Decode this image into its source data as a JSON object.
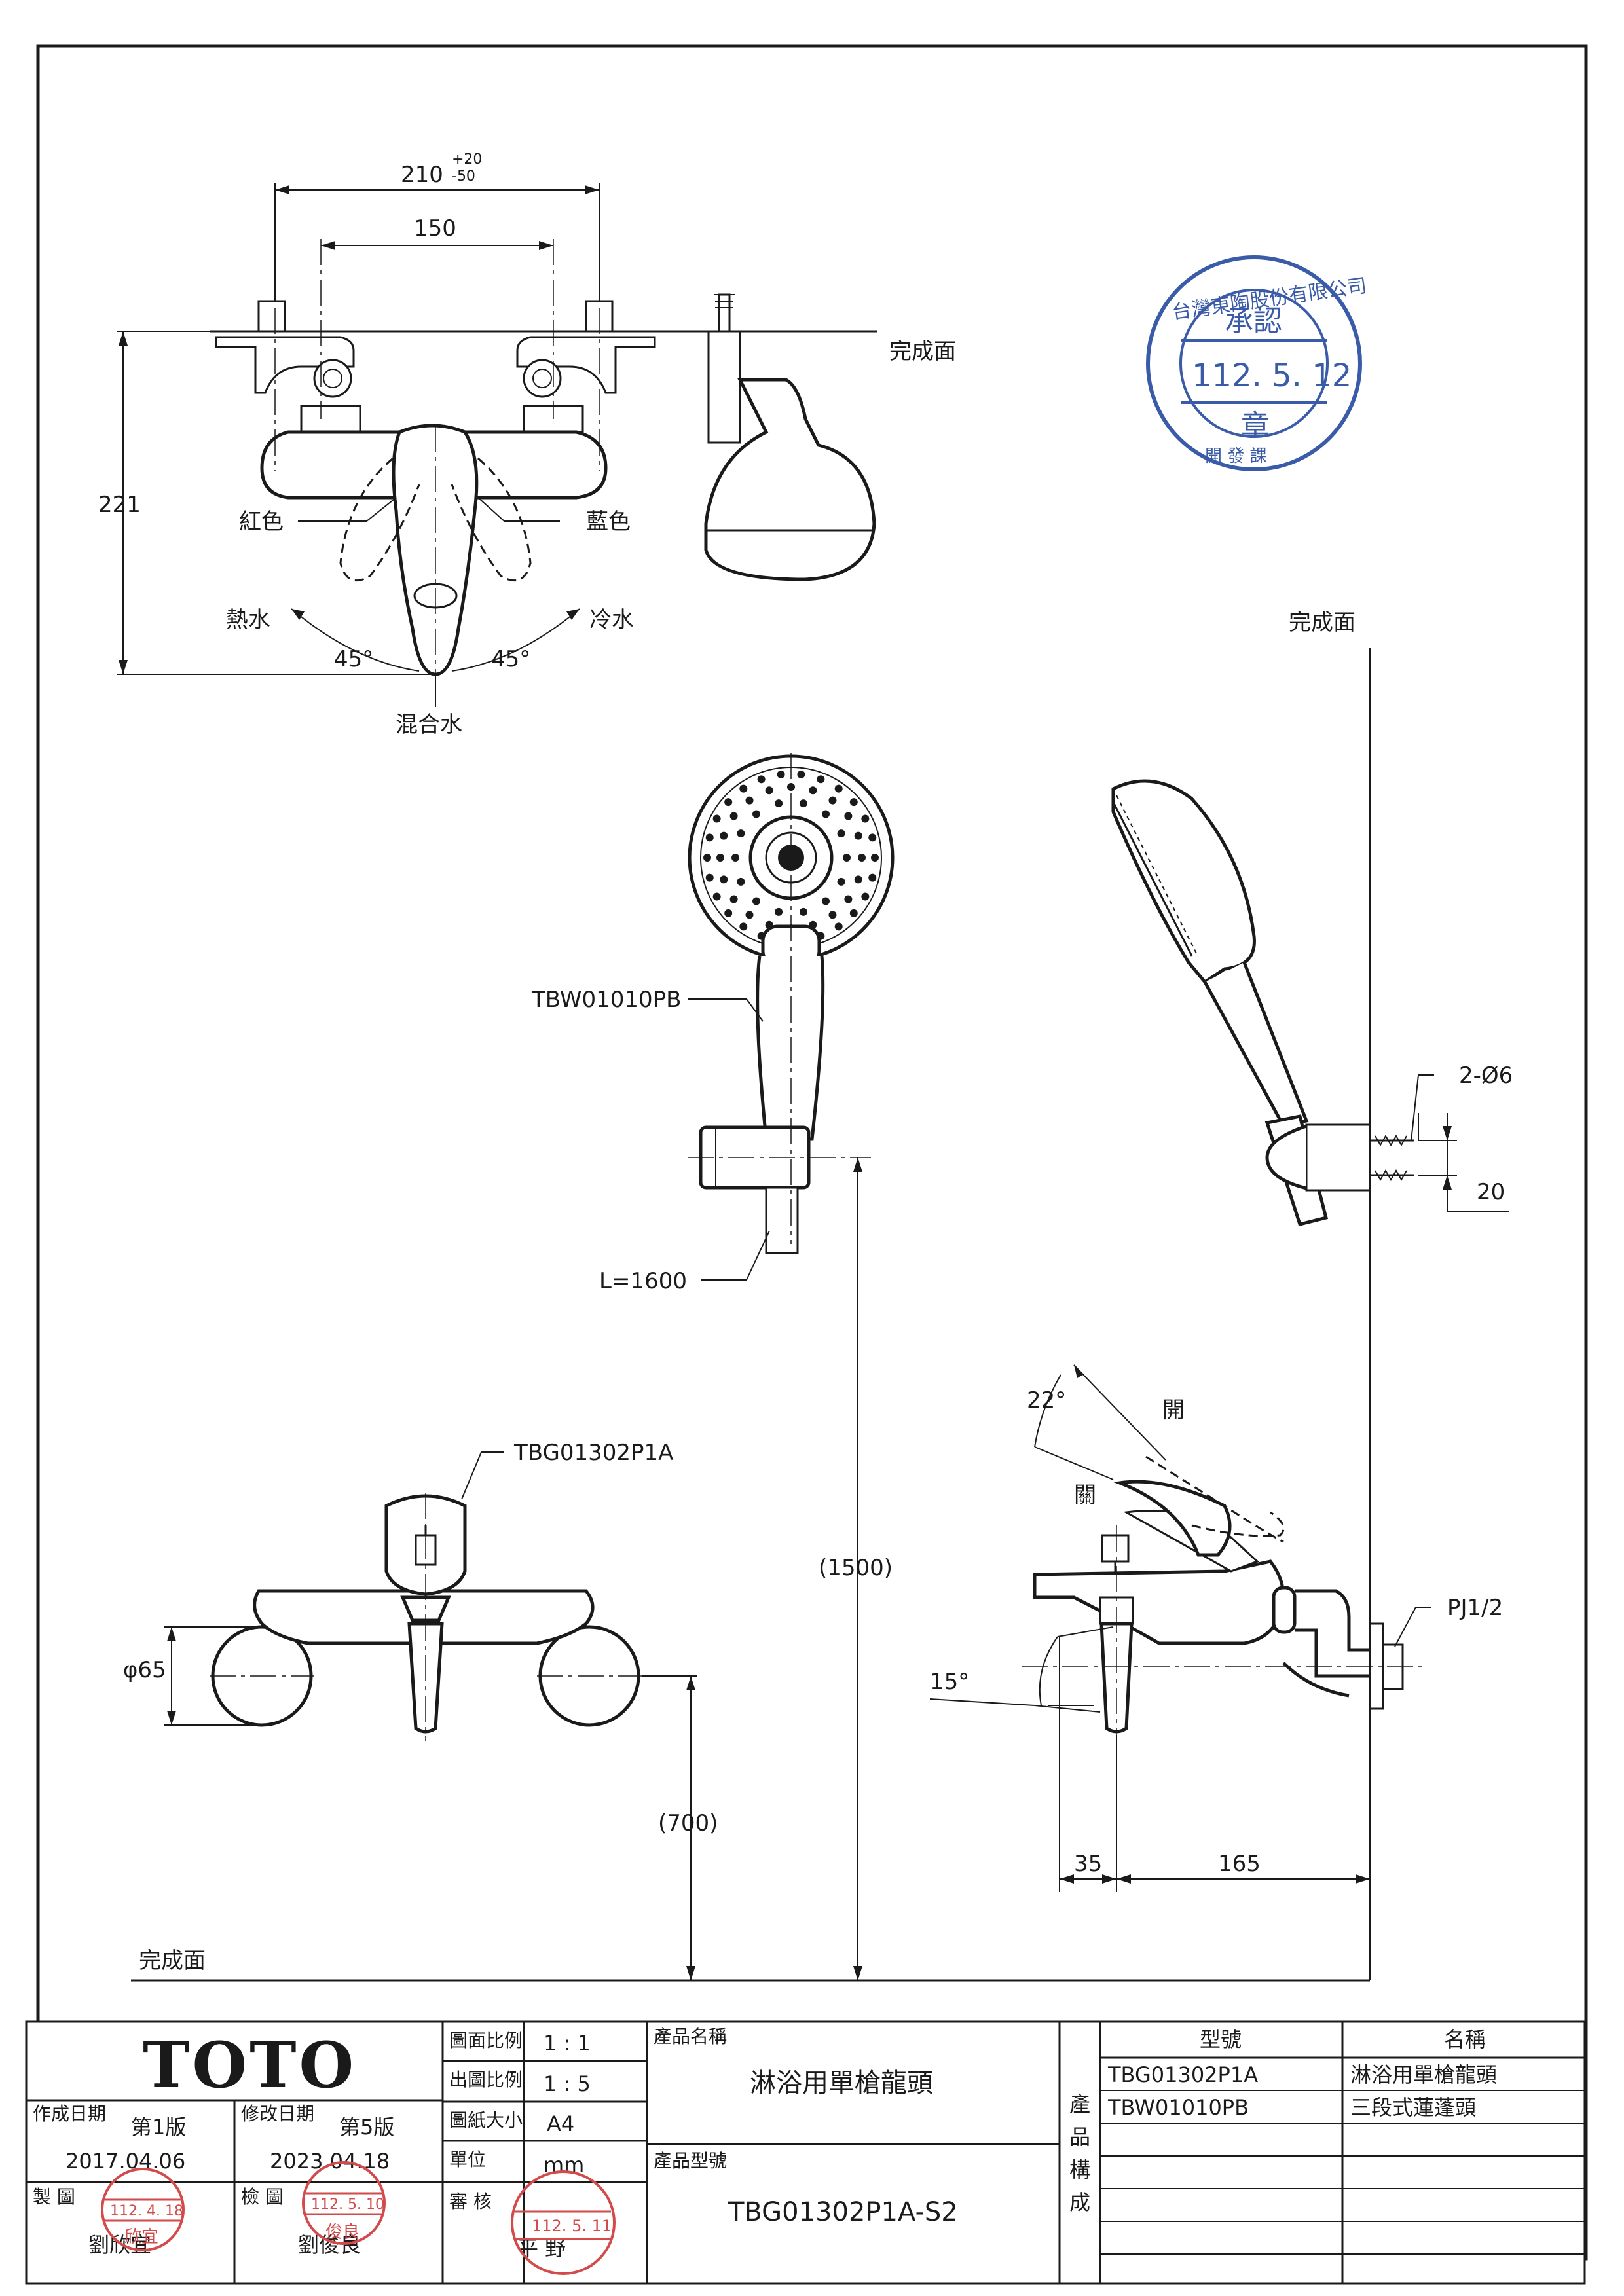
{
  "drawing": {
    "dim_top_width": "210",
    "dim_top_tol_plus": "+20",
    "dim_top_tol_minus": "-50",
    "dim_center_150": "150",
    "dim_height_221": "221",
    "label_finish_surface": "完成面",
    "label_red": "紅色",
    "label_blue": "藍色",
    "label_hot": "熱水",
    "label_cold": "冷水",
    "label_mixed": "混合水",
    "angle_left": "45°",
    "angle_right": "45°",
    "part_showerhead": "TBW01010PB",
    "hose_length": "L=1600",
    "part_faucet": "TBG01302P1A",
    "dim_1500": "(1500)",
    "dim_700": "(700)",
    "dim_phi65": "φ65",
    "dim_2phi6": "2-Ø6",
    "dim_20": "20",
    "angle_22": "22°",
    "label_open": "開",
    "label_close": "關",
    "angle_15": "15°",
    "thread_pj": "PJ1/2",
    "dim_35": "35",
    "dim_165": "165"
  },
  "stamp_approval": {
    "company": "台灣東陶股份有限公司",
    "word_approve": "承認",
    "date": "112. 5. 12",
    "word_seal": "章",
    "dept": "開 發 課"
  },
  "title_block": {
    "brand": "TOTO",
    "created_label": "作成日期",
    "created_version": "第1版",
    "created_date": "2017.04.06",
    "modified_label": "修改日期",
    "modified_version": "第5版",
    "modified_date": "2023.04.18",
    "drawn_label": "製 圖",
    "drawn_name": "劉欣宜",
    "drawn_stamp_date": "112. 4. 18",
    "drawn_stamp_name": "欣宜",
    "checked_label": "檢 圖",
    "checked_name": "劉俊良",
    "checked_stamp_date": "112. 5. 10",
    "checked_stamp_name": "俊良",
    "scale_label": "圖面比例",
    "scale_value": "1 : 1",
    "print_scale_label": "出圖比例",
    "print_scale_value": "1 : 5",
    "paper_label": "圖紙大小",
    "paper_value": "A4",
    "unit_label": "單位",
    "unit_value": "mm",
    "review_label": "審 核",
    "review_name": "平 野",
    "review_stamp_date": "112. 5. 11",
    "product_name_label": "產品名稱",
    "product_name": "淋浴用單槍龍頭",
    "product_model_label": "產品型號",
    "product_model": "TBG01302P1A-S2",
    "composition_label": "產品構成",
    "composition_chars": [
      "產",
      "品",
      "構",
      "成"
    ],
    "col_model": "型號",
    "col_name": "名稱",
    "rows": [
      {
        "model": "TBG01302P1A",
        "name": "淋浴用單槍龍頭"
      },
      {
        "model": "TBW01010PB",
        "name": "三段式蓮蓬頭"
      }
    ]
  }
}
